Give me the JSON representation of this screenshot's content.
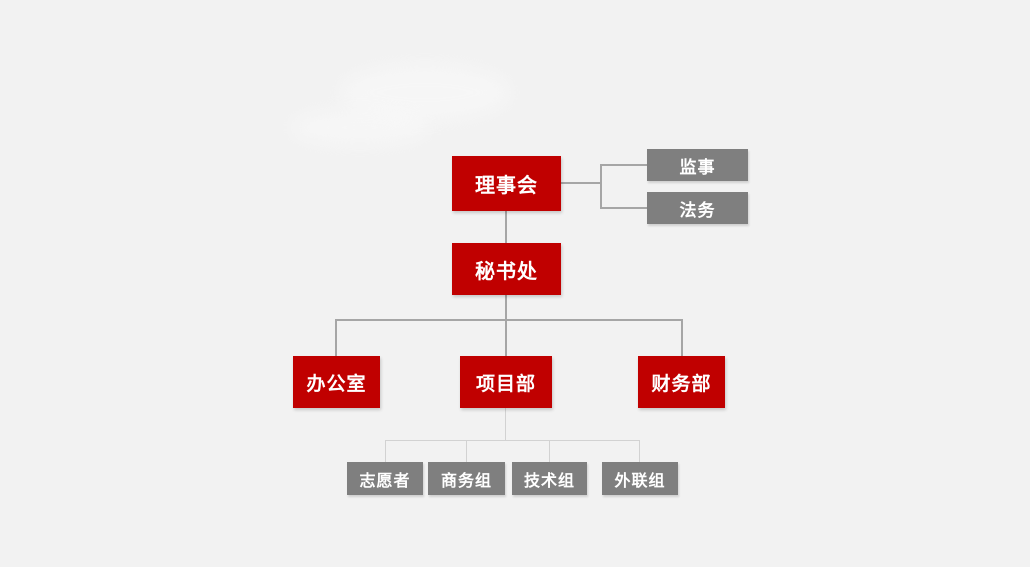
{
  "colors": {
    "background": "#f2f2f2",
    "brand_red": "#c00000",
    "box_gray": "#7f7f7f",
    "connector_dark": "#a6a6a6",
    "connector_light": "#d2d2d2",
    "node_text": "#ffffff"
  },
  "org_chart": {
    "type": "org-hierarchy",
    "nodes": {
      "board": {
        "label": "理事会",
        "style": "red"
      },
      "supervisor": {
        "label": "监事",
        "style": "gray"
      },
      "legal": {
        "label": "法务",
        "style": "gray"
      },
      "secretariat": {
        "label": "秘书处",
        "style": "red"
      },
      "office": {
        "label": "办公室",
        "style": "red"
      },
      "project": {
        "label": "项目部",
        "style": "red"
      },
      "finance": {
        "label": "财务部",
        "style": "red"
      },
      "volunteers": {
        "label": "志愿者",
        "style": "gray"
      },
      "business": {
        "label": "商务组",
        "style": "gray"
      },
      "tech": {
        "label": "技术组",
        "style": "gray"
      },
      "outreach": {
        "label": "外联组",
        "style": "gray"
      }
    },
    "edges": [
      {
        "from": "board",
        "to": "supervisor",
        "type": "side-bracket"
      },
      {
        "from": "board",
        "to": "legal",
        "type": "side-bracket"
      },
      {
        "from": "board",
        "to": "secretariat",
        "type": "vertical"
      },
      {
        "from": "secretariat",
        "to": "office",
        "type": "tree"
      },
      {
        "from": "secretariat",
        "to": "project",
        "type": "tree"
      },
      {
        "from": "secretariat",
        "to": "finance",
        "type": "tree"
      },
      {
        "from": "project",
        "to": "volunteers",
        "type": "tree"
      },
      {
        "from": "project",
        "to": "business",
        "type": "tree"
      },
      {
        "from": "project",
        "to": "tech",
        "type": "tree"
      },
      {
        "from": "project",
        "to": "outreach",
        "type": "tree"
      }
    ]
  }
}
